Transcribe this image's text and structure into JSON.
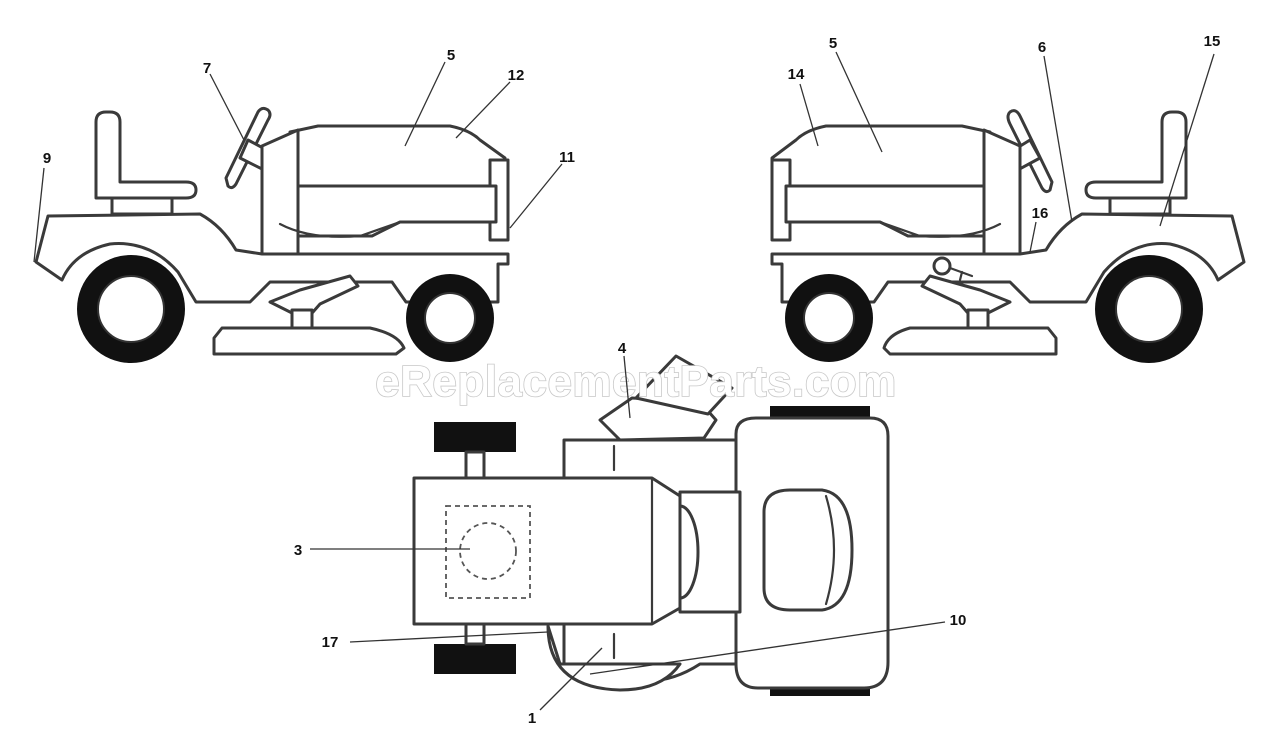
{
  "watermark": "eReplacementParts.com",
  "callouts": {
    "c1": "1",
    "c3": "3",
    "c4": "4",
    "c5_left": "5",
    "c5_right": "5",
    "c6": "6",
    "c7": "7",
    "c9": "9",
    "c10": "10",
    "c11": "11",
    "c12": "12",
    "c14": "14",
    "c15": "15",
    "c16": "16",
    "c17": "17"
  }
}
